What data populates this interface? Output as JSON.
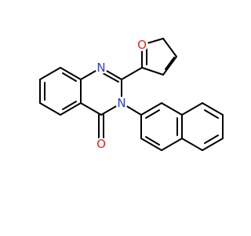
{
  "atoms": {
    "n1": {
      "symbol": "N",
      "color": "#2a3bd6"
    },
    "n3": {
      "symbol": "N",
      "color": "#2a3bd6"
    },
    "o_furan": {
      "symbol": "O",
      "color": "#e8261a"
    },
    "o_carbonyl": {
      "symbol": "O",
      "color": "#e8261a"
    }
  },
  "bond_color": "#000000"
}
